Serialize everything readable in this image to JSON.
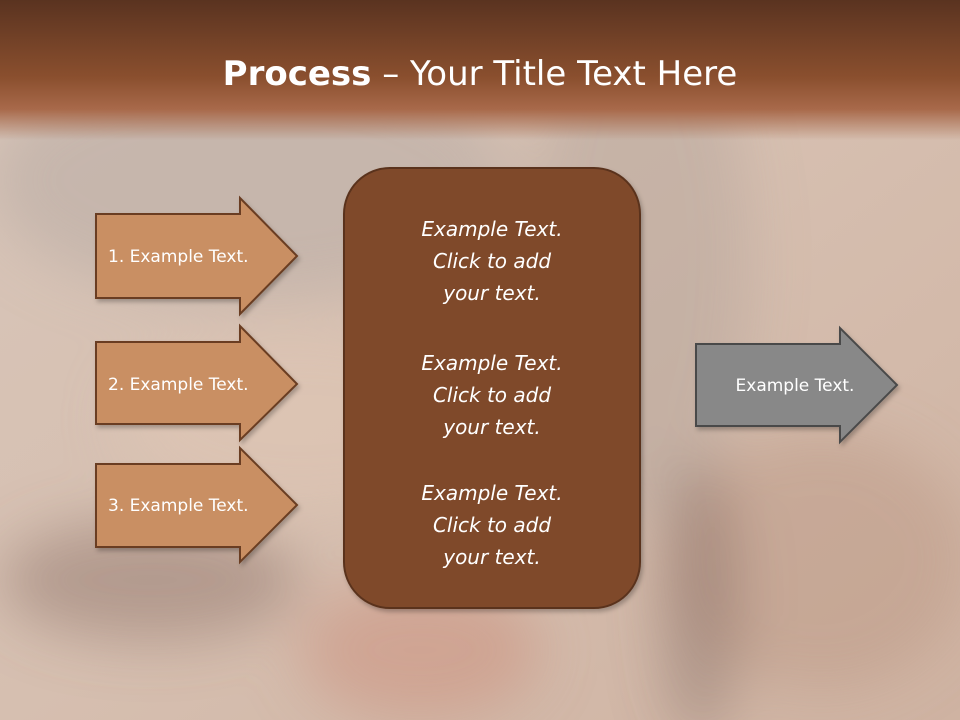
{
  "title": {
    "bold": "Process",
    "separator": " – ",
    "rest": "Your Title Text Here"
  },
  "inputs": [
    {
      "label": "1. Example Text."
    },
    {
      "label": "2. Example Text."
    },
    {
      "label": "3. Example Text."
    }
  ],
  "center_box": {
    "blocks": [
      [
        "Example Text.",
        "Click  to add",
        "your text."
      ],
      [
        "Example Text.",
        "Click  to add",
        "your text."
      ],
      [
        "Example Text.",
        "Click  to add",
        "your text."
      ]
    ]
  },
  "output": {
    "label": "Example Text."
  },
  "colors": {
    "title_bar": "#8a4f2e",
    "input_arrow": "#c98f63",
    "center_box": "#7f4a2b",
    "output_arrow": "#888888"
  }
}
